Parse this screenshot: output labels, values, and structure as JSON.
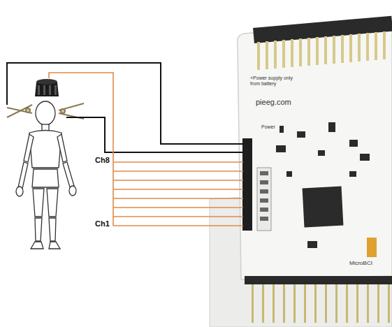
{
  "diagram": {
    "labels": [
      "Ch8",
      "Ch1",
      "+Power supply only from battery",
      "pieeg.com",
      "Power",
      "MicroBCI"
    ]
  }
}
